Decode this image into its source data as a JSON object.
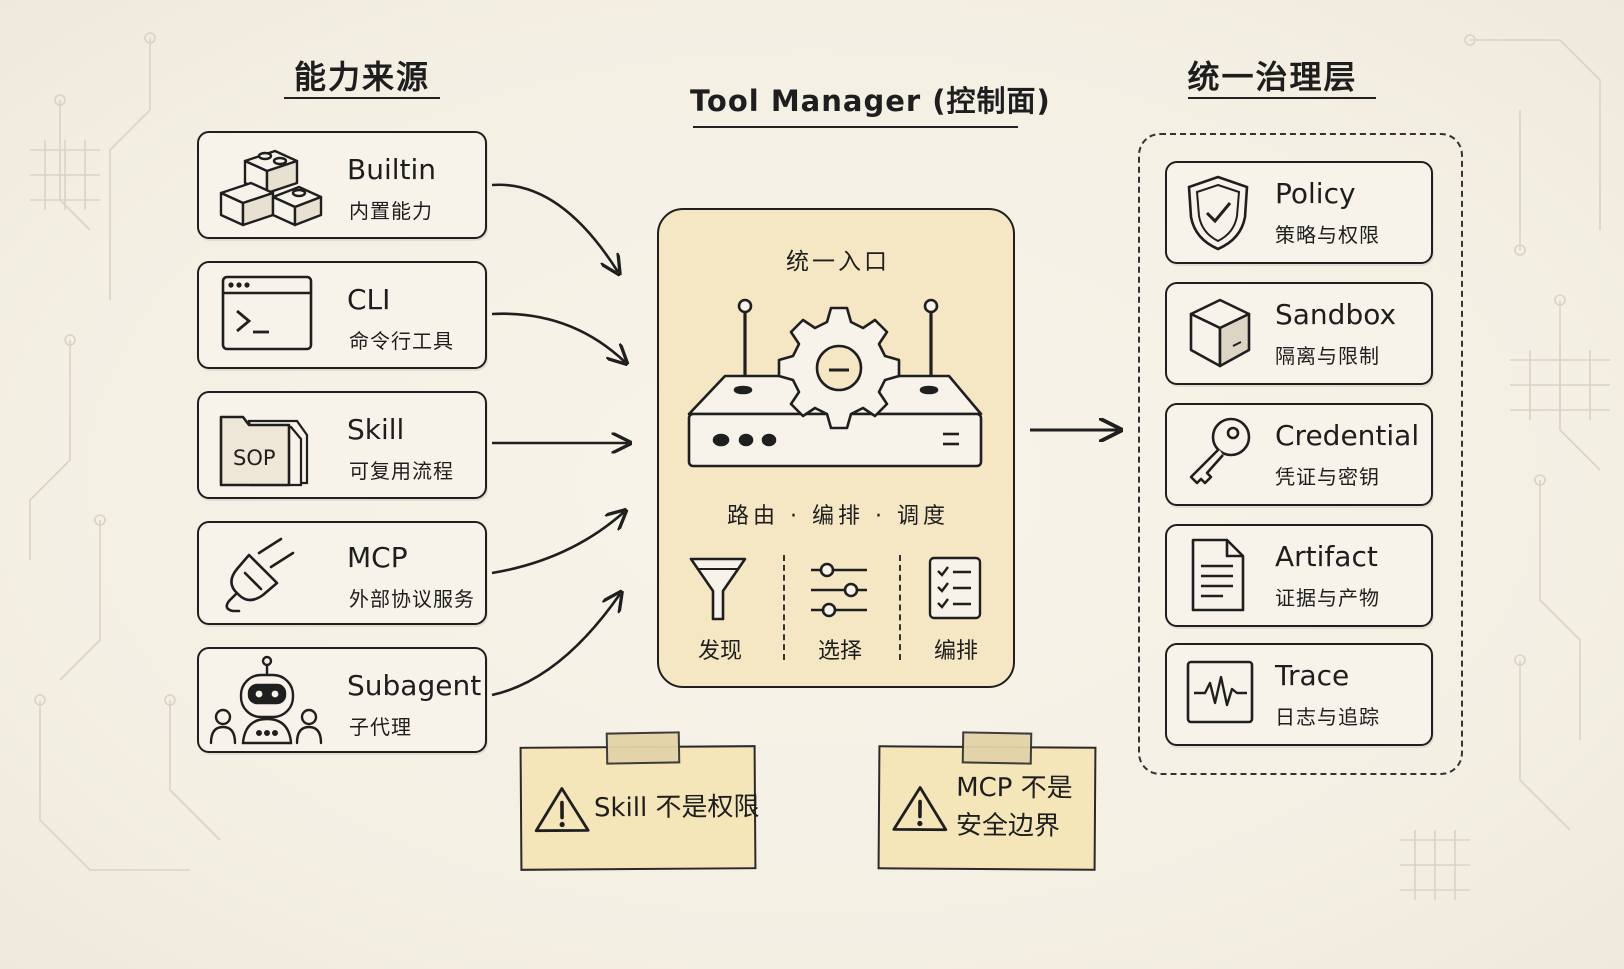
{
  "headings": {
    "sources": "能力来源",
    "manager": "Tool Manager (控制面)",
    "governance": "统一治理层"
  },
  "sources": [
    {
      "title": "Builtin",
      "subtitle": "内置能力",
      "icon": "blocks-icon"
    },
    {
      "title": "CLI",
      "subtitle": "命令行工具",
      "icon": "terminal-icon"
    },
    {
      "title": "Skill",
      "subtitle": "可复用流程",
      "icon": "sop-folder-icon",
      "icon_text": "SOP"
    },
    {
      "title": "MCP",
      "subtitle": "外部协议服务",
      "icon": "plug-icon"
    },
    {
      "title": "Subagent",
      "subtitle": "子代理",
      "icon": "robot-icon"
    }
  ],
  "manager": {
    "entry": "统一入口",
    "functions": "路由 · 编排 · 调度",
    "steps": [
      {
        "label": "发现",
        "icon": "funnel-icon"
      },
      {
        "label": "选择",
        "icon": "sliders-icon"
      },
      {
        "label": "编排",
        "icon": "checklist-icon"
      }
    ]
  },
  "governance": [
    {
      "title": "Policy",
      "subtitle": "策略与权限",
      "icon": "shield-check-icon"
    },
    {
      "title": "Sandbox",
      "subtitle": "隔离与限制",
      "icon": "cube-icon"
    },
    {
      "title": "Credential",
      "subtitle": "凭证与密钥",
      "icon": "key-icon"
    },
    {
      "title": "Artifact",
      "subtitle": "证据与产物",
      "icon": "document-icon"
    },
    {
      "title": "Trace",
      "subtitle": "日志与追踪",
      "icon": "pulse-monitor-icon"
    }
  ],
  "notes": [
    {
      "text": "Skill 不是权限",
      "icon": "warning-icon"
    },
    {
      "line1": "MCP 不是",
      "line2": "安全边界",
      "icon": "warning-icon"
    }
  ]
}
